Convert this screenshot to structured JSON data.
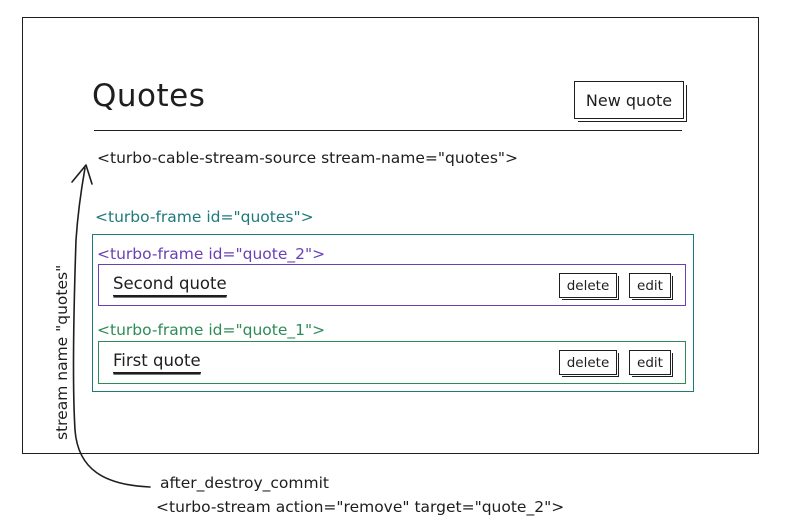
{
  "header": {
    "title": "Quotes",
    "new_quote_label": "New quote"
  },
  "stream_source": {
    "tag": "<turbo-cable-stream-source stream-name=\"quotes\">"
  },
  "frames": {
    "quotes_label": "<turbo-frame id=\"quotes\">",
    "items": [
      {
        "label": "<turbo-frame id=\"quote_2\">",
        "name": "Second quote",
        "delete_label": "delete",
        "edit_label": "edit",
        "color": "#6a3fb5"
      },
      {
        "label": "<turbo-frame id=\"quote_1\">",
        "name": "First quote",
        "delete_label": "delete",
        "edit_label": "edit",
        "color": "#2e8b57"
      }
    ],
    "quotes_color": "#1e7a7a"
  },
  "annotation": {
    "stream_name_label": "stream name \"quotes\"",
    "callback": "after_destroy_commit",
    "turbo_stream_tag": "<turbo-stream action=\"remove\" target=\"quote_2\">"
  }
}
